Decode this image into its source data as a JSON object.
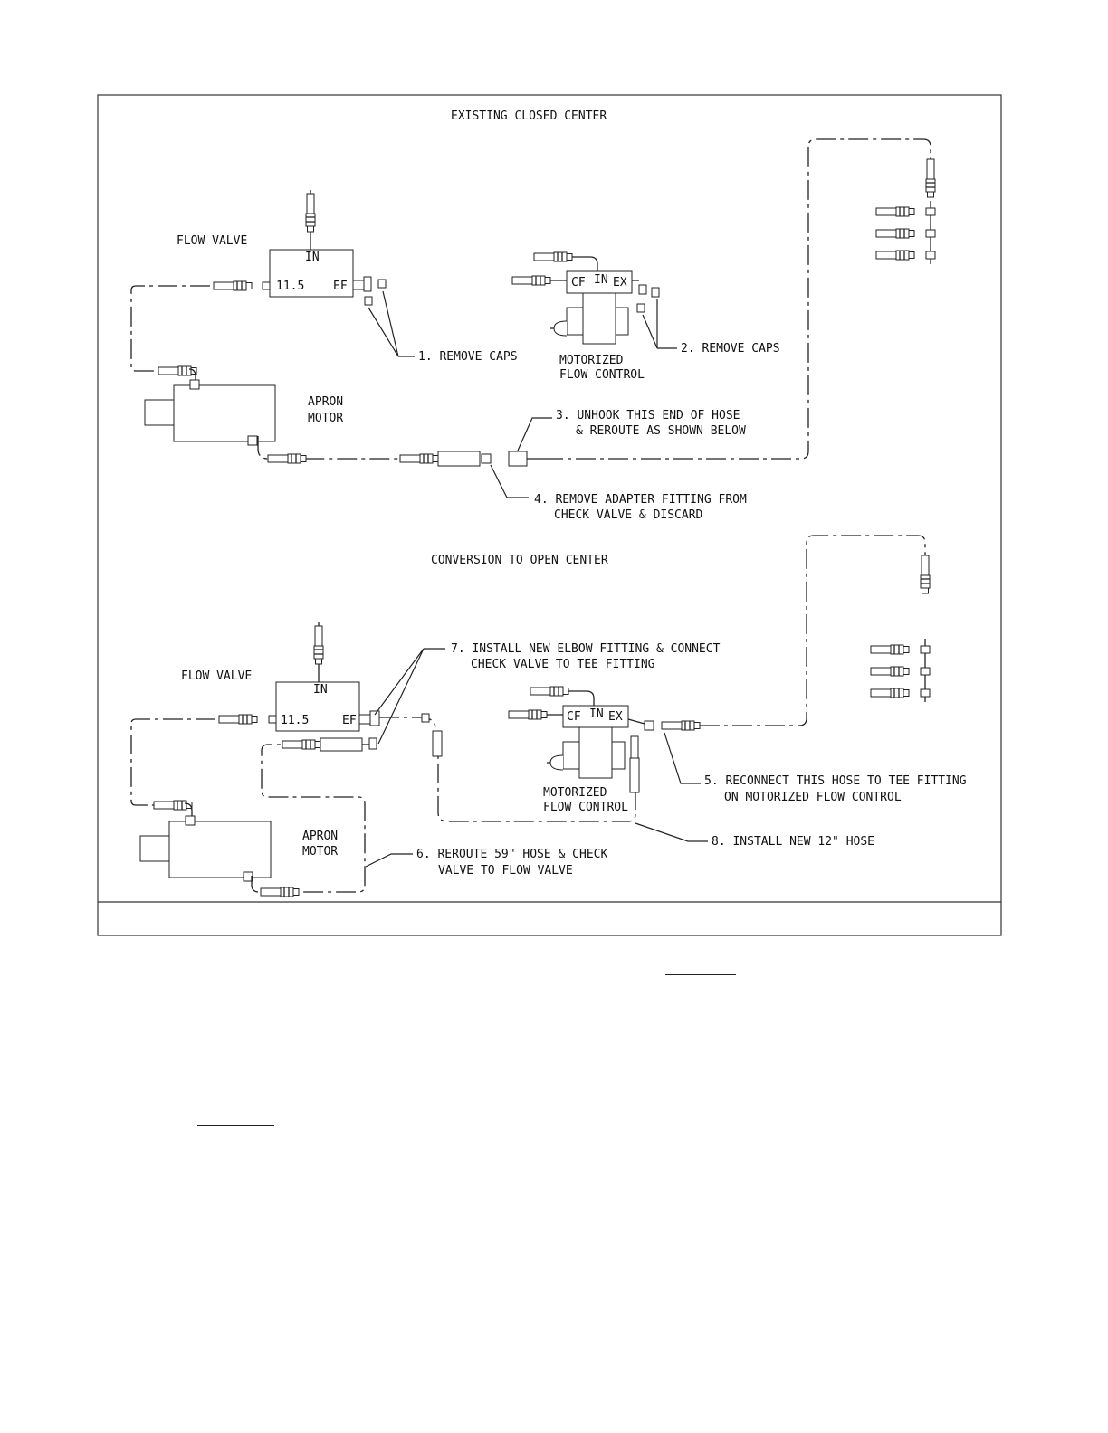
{
  "diagram": {
    "top": {
      "title": "EXISTING CLOSED CENTER",
      "flow_valve": {
        "label": "FLOW VALVE",
        "port_in": "IN",
        "port_value": "11.5",
        "port_ef": "EF"
      },
      "motorized_flow_control": {
        "line1": "MOTORIZED",
        "line2": "FLOW CONTROL",
        "port_cf": "CF",
        "port_in": "IN",
        "port_ex": "EX"
      },
      "apron_motor": {
        "line1": "APRON",
        "line2": "MOTOR"
      },
      "callouts": [
        {
          "line1": "1. REMOVE CAPS"
        },
        {
          "line1": "2. REMOVE CAPS"
        },
        {
          "line1": "3. UNHOOK THIS END OF HOSE",
          "line2": "& REROUTE AS SHOWN BELOW"
        },
        {
          "line1": "4. REMOVE ADAPTER FITTING FROM",
          "line2": "CHECK VALVE & DISCARD"
        }
      ]
    },
    "bottom": {
      "title": "CONVERSION TO OPEN CENTER",
      "flow_valve": {
        "label": "FLOW VALVE",
        "port_in": "IN",
        "port_value": "11.5",
        "port_ef": "EF"
      },
      "motorized_flow_control": {
        "line1": "MOTORIZED",
        "line2": "FLOW CONTROL",
        "port_cf": "CF",
        "port_in": "IN",
        "port_ex": "EX"
      },
      "apron_motor": {
        "line1": "APRON",
        "line2": "MOTOR"
      },
      "callouts": [
        {
          "line1": "5. RECONNECT THIS HOSE TO TEE FITTING",
          "line2": "ON MOTORIZED FLOW CONTROL"
        },
        {
          "line1": "6. REROUTE 59\" HOSE & CHECK",
          "line2": "VALVE TO FLOW VALVE"
        },
        {
          "line1": "7. INSTALL NEW ELBOW FITTING & CONNECT",
          "line2": "CHECK VALVE TO TEE FITTING"
        },
        {
          "line1": "8. INSTALL NEW 12\" HOSE"
        }
      ]
    }
  }
}
